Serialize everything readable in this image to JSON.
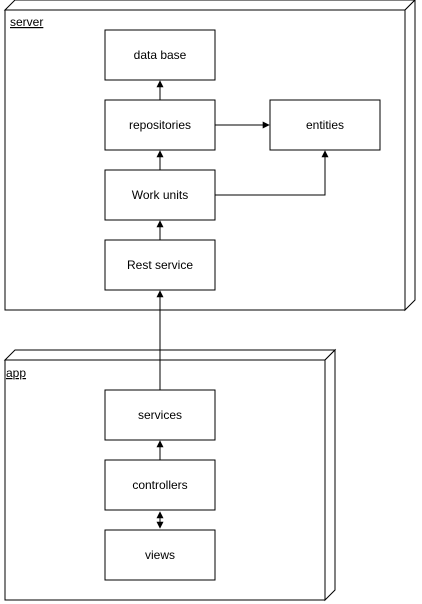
{
  "diagram": {
    "nodes": {
      "server": {
        "title": "server"
      },
      "app": {
        "title": "app"
      }
    },
    "boxes": {
      "data_base": "data base",
      "repositories": "repositories",
      "entities": "entities",
      "work_units": "Work units",
      "rest_service": "Rest service",
      "services": "services",
      "controllers": "controllers",
      "views": "views"
    },
    "colors": {
      "stroke": "#000000",
      "fill": "#ffffff",
      "text": "#000000"
    }
  }
}
